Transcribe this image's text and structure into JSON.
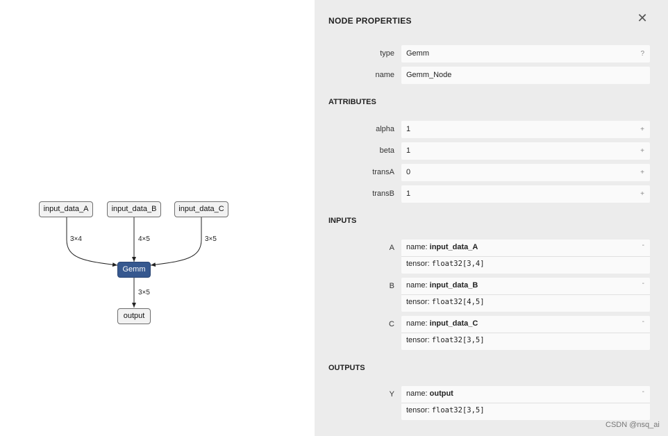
{
  "graph": {
    "nodes": {
      "input_a": "input_data_A",
      "input_b": "input_data_B",
      "input_c": "input_data_C",
      "gemm": "Gemm",
      "output": "output"
    },
    "edges": {
      "a_to_gemm": "3×4",
      "b_to_gemm": "4×5",
      "c_to_gemm": "3×5",
      "gemm_to_out": "3×5"
    }
  },
  "panel": {
    "title": "NODE PROPERTIES",
    "close_glyph": "✕",
    "type_label": "type",
    "type_value": "Gemm",
    "type_help": "?",
    "name_label": "name",
    "name_value": "Gemm_Node",
    "attributes_title": "ATTRIBUTES",
    "attributes": [
      {
        "label": "alpha",
        "value": "1",
        "side": "+"
      },
      {
        "label": "beta",
        "value": "1",
        "side": "+"
      },
      {
        "label": "transA",
        "value": "0",
        "side": "+"
      },
      {
        "label": "transB",
        "value": "1",
        "side": "+"
      }
    ],
    "inputs_title": "INPUTS",
    "inputs": [
      {
        "label": "A",
        "name_prefix": "name: ",
        "name": "input_data_A",
        "tensor_prefix": "tensor: ",
        "tensor": "float32[3,4]",
        "side": "-"
      },
      {
        "label": "B",
        "name_prefix": "name: ",
        "name": "input_data_B",
        "tensor_prefix": "tensor: ",
        "tensor": "float32[4,5]",
        "side": "-"
      },
      {
        "label": "C",
        "name_prefix": "name: ",
        "name": "input_data_C",
        "tensor_prefix": "tensor: ",
        "tensor": "float32[3,5]",
        "side": "-"
      }
    ],
    "outputs_title": "OUTPUTS",
    "outputs": [
      {
        "label": "Y",
        "name_prefix": "name: ",
        "name": "output",
        "tensor_prefix": "tensor: ",
        "tensor": "float32[3,5]",
        "side": "-"
      }
    ]
  },
  "watermark": "CSDN @nsq_ai"
}
